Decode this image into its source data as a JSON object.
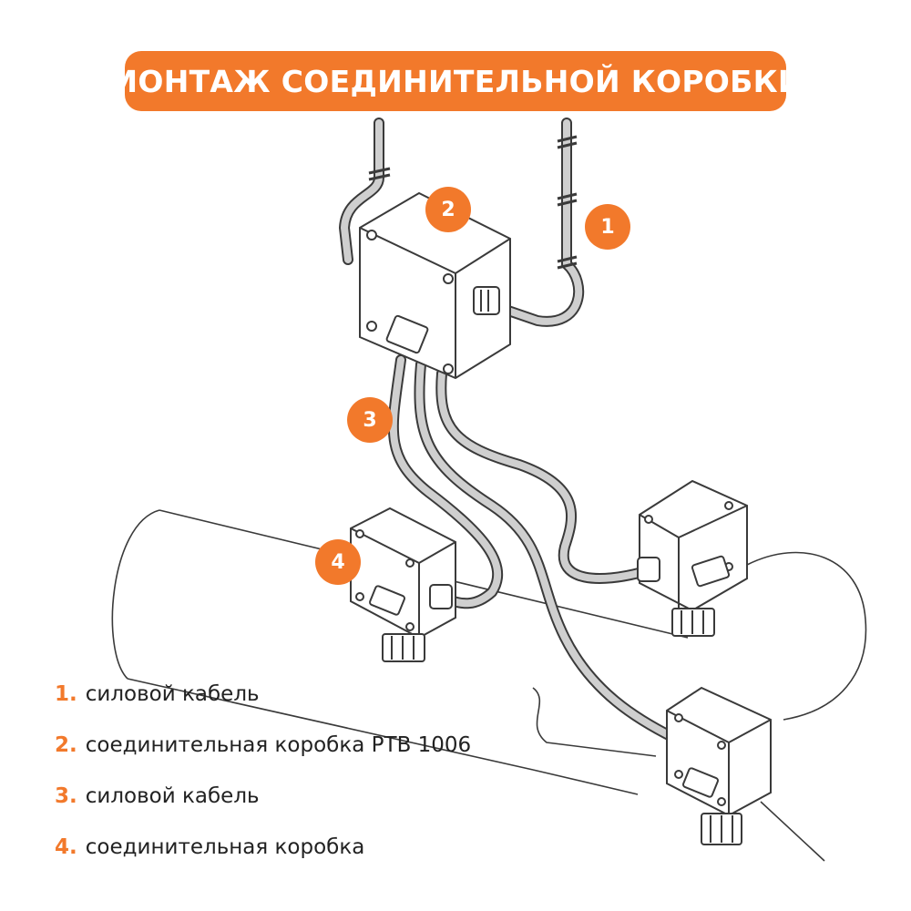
{
  "title": "МОНТАЖ СОЕДИНИТЕЛЬНОЙ КОРОБКИ",
  "colors": {
    "accent": "#f2792b",
    "line": "#3a3a3a",
    "cable_fill": "#cfcfcf",
    "box_fill": "#ffffff"
  },
  "badges": [
    "1",
    "2",
    "3",
    "4"
  ],
  "legend": [
    {
      "num": "1.",
      "text": "силовой кабель"
    },
    {
      "num": "2.",
      "text": "соединительная коробка PTB 1006"
    },
    {
      "num": "3.",
      "text": "силовой кабель"
    },
    {
      "num": "4.",
      "text": "соединительная коробка"
    }
  ]
}
